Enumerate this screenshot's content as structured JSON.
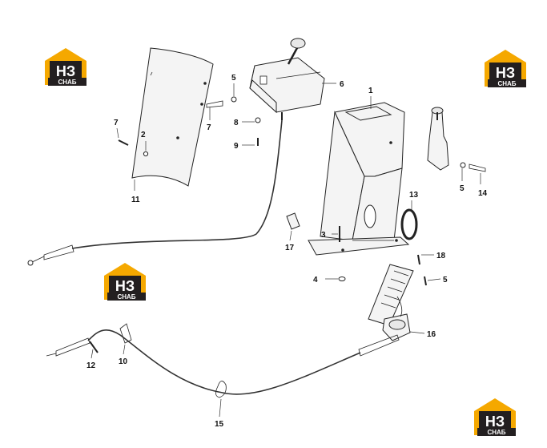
{
  "logo": {
    "letters": "НЗ",
    "subtitle": "СНАБ",
    "color_primary": "#F5A800",
    "color_dark": "#231F20"
  },
  "callouts": [
    "1",
    "2",
    "3",
    "4",
    "5",
    "5",
    "5",
    "6",
    "7",
    "7",
    "8",
    "9",
    "10",
    "11",
    "12",
    "13",
    "14",
    "15",
    "16",
    "17",
    "18"
  ]
}
